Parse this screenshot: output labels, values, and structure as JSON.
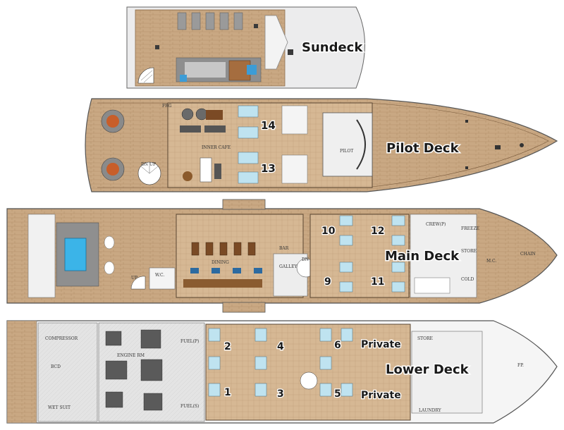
{
  "decks": {
    "sundeck": {
      "title": "Sundeck"
    },
    "pilot": {
      "title": "Pilot Deck",
      "rooms": {
        "cafe": "INNER CAFE",
        "pilot": "PILOT",
        "dn_up": "DN UP",
        "frg": "FRG"
      }
    },
    "main": {
      "title": "Main Deck",
      "rooms": {
        "dining": "DINING",
        "galley": "GALLEY",
        "wc": "W.C.",
        "store": "STORE",
        "freeze": "FREEZE",
        "cold": "COLD",
        "chain": "CHAIN",
        "mc": "M.C.",
        "crew": "CREW(P)",
        "bar": "BAR",
        "up": "UP",
        "dn": "DN"
      }
    },
    "lower": {
      "title": "Lower Deck",
      "rooms": {
        "compressor": "COMPRESSOR",
        "bcd": "BCD",
        "wetsuit": "WET SUIT",
        "engine": "ENGINE RM",
        "fuel_p": "FUEL(P)",
        "fuel_s": "FUEL(S)",
        "laundry": "LAUNDRY",
        "store": "STORE",
        "fp": "FP."
      }
    }
  },
  "cabins": {
    "c1": "1",
    "c2": "2",
    "c3": "3",
    "c4": "4",
    "c5": "5",
    "c6": "6",
    "c9": "9",
    "c10": "10",
    "c11": "11",
    "c12": "12",
    "c13": "13",
    "c14": "14",
    "private_top": "Private",
    "private_bottom": "Private"
  },
  "colors": {
    "wood": "#c9a883",
    "wood_dark": "#a9855f",
    "hull_outline": "#555555",
    "cabin_bed": "#bfe3f0",
    "pool": "#3bb4e8",
    "outside": "#e9e9ea"
  }
}
